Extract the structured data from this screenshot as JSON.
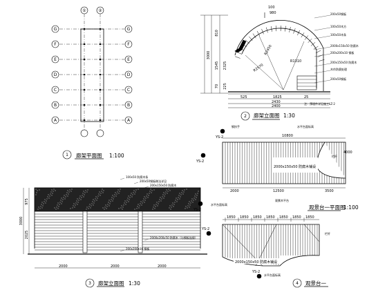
{
  "grid": {
    "col_labels": [
      "①",
      "②"
    ],
    "row_labels_left": [
      "G",
      "F",
      "E",
      "D",
      "C",
      "B",
      "A"
    ],
    "row_labels_right": [
      "G",
      "F",
      "E",
      "D",
      "C",
      "B",
      "A"
    ]
  },
  "view1": {
    "num": "1",
    "title": "廊架平面图",
    "scale": "1:100"
  },
  "view2": {
    "num": "2",
    "title": "廊架立面图",
    "scale": "1:30",
    "dims": {
      "top1": "100",
      "top2": "980",
      "left_total": "3000",
      "left_a": "810",
      "left_b": "1545",
      "left_c": "2325",
      "left_d": "70",
      "left_e": "225",
      "bottom1": "525",
      "bottom2": "1825",
      "bottom3": "2430",
      "bottom4": "2400",
      "bottom5": "25",
      "arc_r": "R2570",
      "arc_r2": "R2450",
      "arc_r3": "R1310"
    },
    "notes": [
      "200x50钢板",
      "100x50木方",
      "100x50木条",
      "2000x150x50 防腐木",
      "200x200x10 钢板",
      "200x150x50 防腐木",
      "木作防腐处理",
      "200x50钢板",
      "注：预埋件详见施工LZ-2"
    ]
  },
  "view3": {
    "num": "3",
    "title": "廊架立面图",
    "scale": "1:30",
    "dims": {
      "left_top": "975",
      "left_total": "3000",
      "left_a": "2025",
      "bottom1": "2000",
      "bottom2": "2000",
      "bottom3": "2000"
    },
    "notes": [
      "100x50 防腐木条",
      "200x50钢板做法详见",
      "200x150x50 防腐木",
      "2000x200x50 防腐木（与钢板连接）",
      "200x200x10 钢板"
    ]
  },
  "view4": {
    "num": "4",
    "title": "观景台一平面图",
    "scale": "1:100",
    "main_note": "2000x150x50 防腐木铺设",
    "dims": {
      "top": "10800",
      "bottom_a": "2000",
      "bottom_b": "12500",
      "bottom_c": "3500",
      "right": "4000"
    },
    "notes": [
      "钢扶手",
      "水平台面标高",
      "栏杆",
      "观景木平台",
      "水平台面标高"
    ],
    "markers": [
      "YS-2",
      "YS-2",
      "YS-2"
    ]
  },
  "view5": {
    "num": "4",
    "title": "观景台一",
    "dims": [
      "1850",
      "1850",
      "1850",
      "1850",
      "1850",
      "1850",
      "1850"
    ],
    "main_note": "2000x150x50 防腐木铺设",
    "notes": [
      "水平台面标高",
      "栏杆"
    ],
    "markers": [
      "YS-2",
      "YS-2"
    ]
  }
}
